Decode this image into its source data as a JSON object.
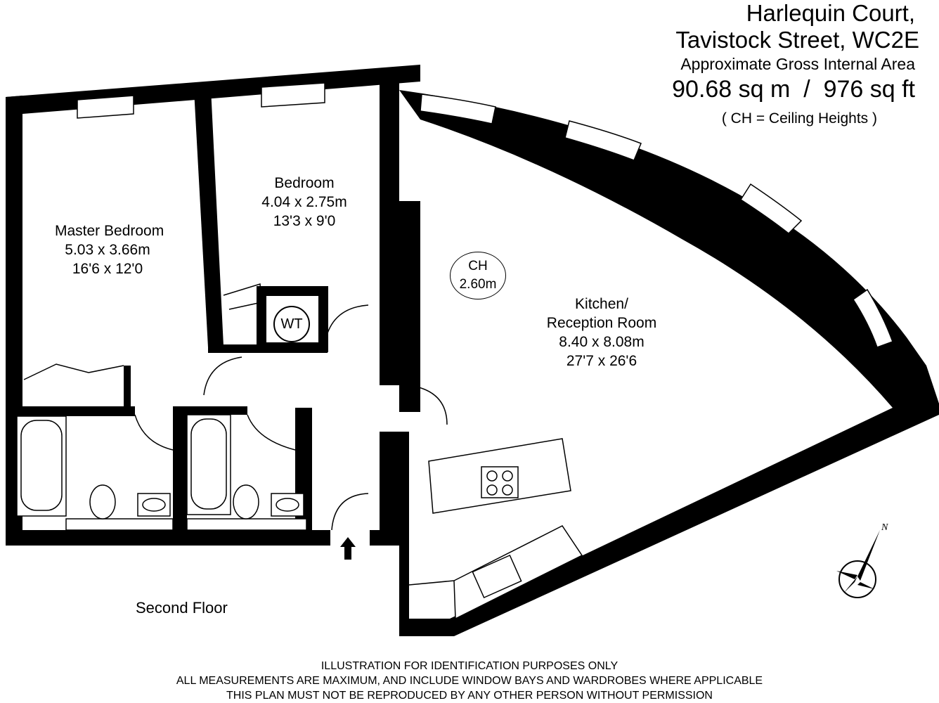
{
  "header": {
    "address_line1": "Harlequin Court,",
    "address_line2": "Tavistock Street, WC2E",
    "area_label": "Approximate Gross Internal Area",
    "area_value": "90.68 sq m  /  976 sq ft",
    "ceiling_note": "( CH = Ceiling Heights )"
  },
  "rooms": {
    "master_bedroom": {
      "name": "Master Bedroom",
      "metric": "5.03 x 3.66m",
      "imperial": "16'6 x 12'0"
    },
    "bedroom": {
      "name": "Bedroom",
      "metric": "4.04 x 2.75m",
      "imperial": "13'3 x 9'0"
    },
    "kitchen": {
      "name_line1": "Kitchen/",
      "name_line2": "Reception Room",
      "metric": "8.40 x 8.08m",
      "imperial": "27'7 x 26'6"
    }
  },
  "ceiling_height": {
    "label": "CH",
    "value": "2.60m"
  },
  "wt_label": "WT",
  "floor_label": "Second Floor",
  "compass_label": "N",
  "disclaimer": {
    "line1": "ILLUSTRATION FOR IDENTIFICATION PURPOSES ONLY",
    "line2": "ALL MEASUREMENTS ARE MAXIMUM, AND INCLUDE WINDOW BAYS AND WARDROBES WHERE APPLICABLE",
    "line3": "THIS PLAN MUST NOT BE REPRODUCED BY ANY OTHER PERSON WITHOUT PERMISSION"
  },
  "colors": {
    "wall": "#000000",
    "background": "#ffffff"
  }
}
